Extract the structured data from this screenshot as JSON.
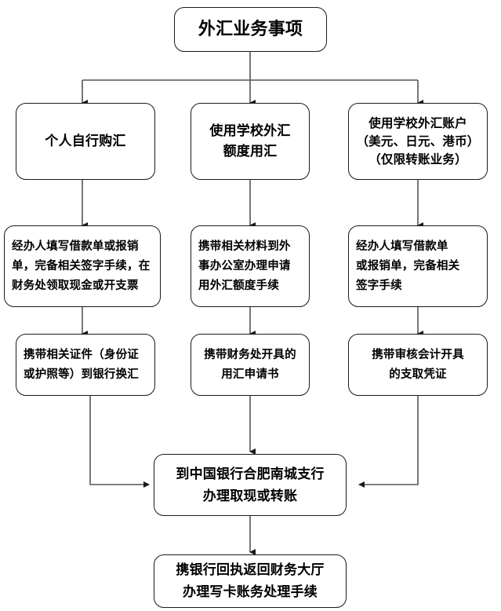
{
  "diagram": {
    "type": "flowchart",
    "title_node": {
      "id": "root",
      "lines": [
        "外汇业务事项"
      ]
    },
    "branches": [
      {
        "id": "branch-1",
        "head": {
          "lines": [
            "个人自行购汇"
          ]
        },
        "step2": {
          "lines": [
            "经办人填写借款单或报销",
            "单，完备相关签字手续，在",
            "财务处领取现金或开支票"
          ]
        },
        "step3": {
          "lines": [
            "携带相关证件（身份证",
            "或护照等）到银行换汇"
          ]
        }
      },
      {
        "id": "branch-2",
        "head": {
          "lines": [
            "使用学校外汇",
            "额度用汇"
          ]
        },
        "step2": {
          "lines": [
            "携带相关材料到外",
            "事办公室办理申请",
            "用外汇额度手续"
          ]
        },
        "step3": {
          "lines": [
            "携带财务处开具的",
            "用汇申请书"
          ]
        }
      },
      {
        "id": "branch-3",
        "head": {
          "lines": [
            "使用学校外汇账户",
            "（美元、日元、港币）",
            "（仅限转账业务）"
          ]
        },
        "step2": {
          "lines": [
            "经办人填写借款单",
            "或报销单，完备相关",
            "签字手续"
          ]
        },
        "step3": {
          "lines": [
            "携带审核会计开具",
            "的支取凭证"
          ]
        }
      }
    ],
    "merge_node": {
      "id": "merge",
      "lines": [
        "到中国银行合肥南城支行",
        "办理取现或转账"
      ]
    },
    "final_node": {
      "id": "final",
      "lines": [
        "携银行回执返回财务大厅",
        "办理写卡账务处理手续"
      ]
    },
    "colors": {
      "stroke": "#1a1a1a",
      "connector": "#555555",
      "background": "#ffffff",
      "text": "#000000"
    }
  }
}
